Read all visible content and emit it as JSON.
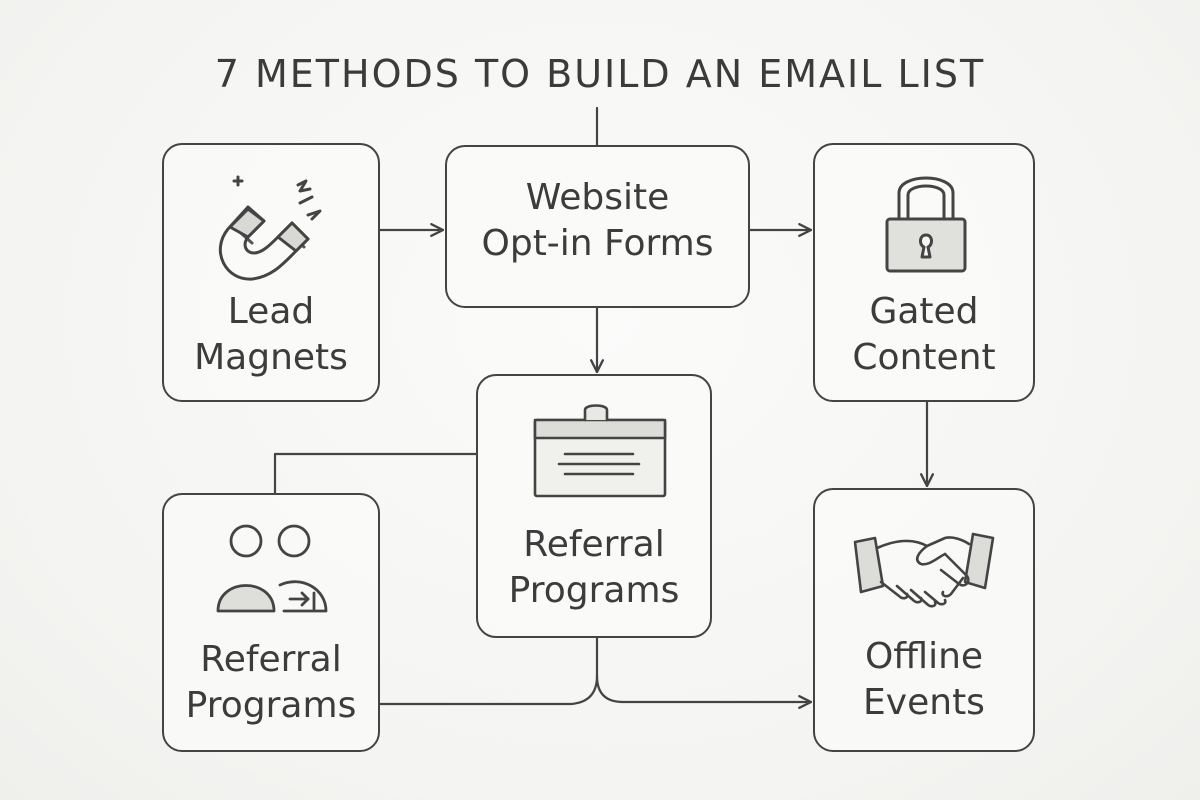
{
  "diagram": {
    "title": "7 METHODS TO BUILD AN EMAIL LIST",
    "nodes": {
      "lead_magnets": {
        "line1": "Lead",
        "line2": "Magnets",
        "icon": "magnet-icon"
      },
      "opt_in_forms": {
        "line1": "Website",
        "line2": "Opt-in Forms"
      },
      "gated_content": {
        "line1": "Gated",
        "line2": "Content",
        "icon": "padlock-icon"
      },
      "referral_center": {
        "line1": "Referral",
        "line2": "Programs",
        "icon": "signup-form-icon"
      },
      "referral_left": {
        "line1": "Referral",
        "line2": "Programs",
        "icon": "people-referral-icon"
      },
      "offline_events": {
        "line1": "Offline",
        "line2": "Events",
        "icon": "handshake-icon"
      }
    },
    "edges": [
      {
        "from": "title",
        "to": "opt_in_forms"
      },
      {
        "from": "lead_magnets",
        "to": "opt_in_forms"
      },
      {
        "from": "opt_in_forms",
        "to": "gated_content"
      },
      {
        "from": "opt_in_forms",
        "to": "referral_center"
      },
      {
        "from": "gated_content",
        "to": "offline_events"
      },
      {
        "from": "referral_center",
        "to": "referral_left"
      },
      {
        "from": "referral_center",
        "to": "offline_events"
      },
      {
        "from": "referral_left",
        "to": "offline_events"
      }
    ]
  }
}
